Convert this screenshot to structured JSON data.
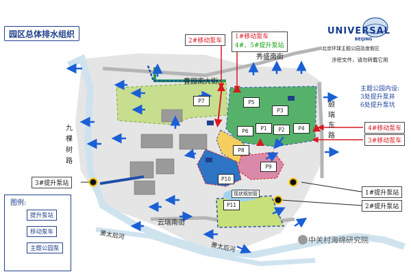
{
  "title": "园区总体排水组织",
  "logo": {
    "word": "UNIVERSAL",
    "sub": "BEIJING",
    "org": "北京环球主题公园及度假区"
  },
  "notice": "涉密文件，请勿转载它用",
  "streets": {
    "north": "秀盛南街",
    "north_left": "曹园南大街",
    "east": "颐瑞东路",
    "west": "九棵树路",
    "south": "云瑞南街",
    "southwest": "萧太后河",
    "southeast": "萧太后河"
  },
  "labels": {
    "pump2_top": "2#移动泵车",
    "pump1_top": "1#移动泵车",
    "pump45_top": "4#、5#提升泵站",
    "theme_header": "主题公园内设:",
    "theme_line1": "3处提升泵井",
    "theme_line2": "6处提升泵坑",
    "pump4_mobile": "4#移动泵车",
    "pump3_mobile": "3#移动泵车",
    "pump3_station": "3#提升泵站",
    "pump1_station": "1#提升泵站",
    "pump2_station": "2#提升泵站",
    "lake": "现状规划管"
  },
  "pits": [
    "P1",
    "P2",
    "P3",
    "P4",
    "P5",
    "P6",
    "P7",
    "P8",
    "P9",
    "P10",
    "P11"
  ],
  "legend": {
    "title": "图例:",
    "items": [
      "提升泵站",
      "移动泵车",
      "主题公园泵"
    ]
  },
  "watermark": "中关村海绵研究院",
  "colors": {
    "accent_red": "#d71920",
    "accent_blue": "#1f3f8a",
    "green_zone": "#2fa84a",
    "lime_zone": "#b6d47a",
    "water": "#6fb8e0"
  }
}
